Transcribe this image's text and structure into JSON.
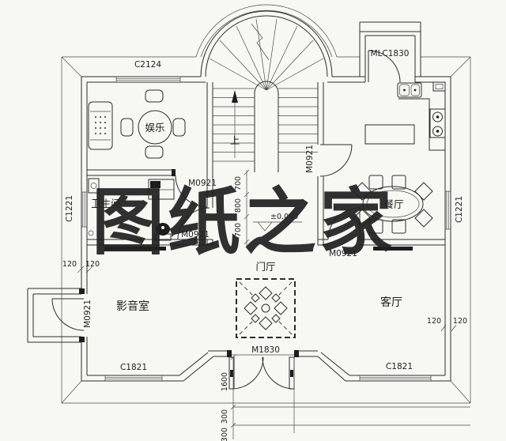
{
  "watermark": {
    "text": "图纸之家",
    "color": "#e81508"
  },
  "rooms": {
    "entertainment": "娱乐",
    "bathroom": "卫生间",
    "dining": "餐厅",
    "foyer": "门厅",
    "media_room": "影音室",
    "living_room": "客厅",
    "stairs_up": "上"
  },
  "openings": {
    "window_top": "C2124",
    "door_window_combo": "MLC1830",
    "window_left": "C1221",
    "window_right": "C1221",
    "window_bottom_left": "C1821",
    "window_bottom_right": "C1821",
    "door_interior": "M0921",
    "door_entrance": "M1830"
  },
  "dimensions": {
    "wall_120_a": "120",
    "wall_120_b": "120",
    "hall_chain": [
      "700",
      "800",
      "700"
    ],
    "level": "±0.000",
    "entrance_depth": "1600",
    "step": "300"
  }
}
